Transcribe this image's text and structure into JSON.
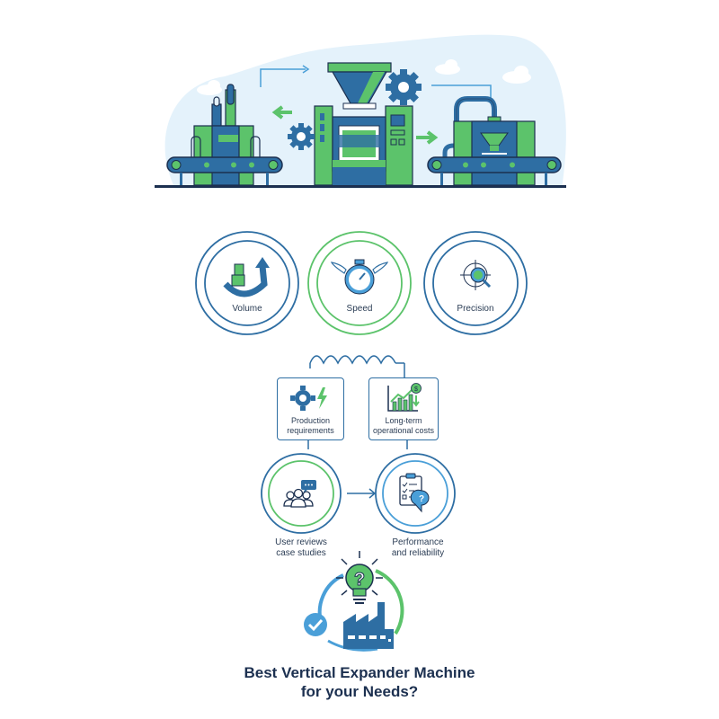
{
  "hero": {
    "name": "production-line-illustration",
    "machines": [
      "feeder-press-machine",
      "vertical-expander-machine",
      "output-press-machine"
    ],
    "icons": [
      "gear-icon",
      "gear-icon",
      "arrow-left-icon",
      "arrow-right-icon",
      "conveyor-belt-icon",
      "cloud-icon"
    ]
  },
  "factors": {
    "items": [
      {
        "label": "Volume",
        "icon": "stacked-boxes-growth-icon",
        "ring_color": "#2e6ea3"
      },
      {
        "label": "Speed",
        "icon": "winged-stopwatch-icon",
        "ring_color": "#5cc36b"
      },
      {
        "label": "Precision",
        "icon": "target-magnifier-icon",
        "ring_color": "#2e6ea3"
      }
    ]
  },
  "considerations": {
    "boxes": [
      {
        "label_line1": "Production",
        "label_line2": "requirements",
        "icon": "gear-lightning-icon"
      },
      {
        "label_line1": "Long-term",
        "label_line2": "operational costs",
        "icon": "cost-chart-icon"
      }
    ],
    "circles": [
      {
        "label_line1": "User reviews",
        "label_line2": "case studies",
        "icon": "user-group-chat-icon"
      },
      {
        "label_line1": "Performance",
        "label_line2": "and reliability",
        "icon": "checklist-question-icon"
      }
    ]
  },
  "decision": {
    "icons": [
      "lightbulb-question-icon",
      "checkmark-badge-icon",
      "factory-icon"
    ]
  },
  "title": {
    "line1": "Best Vertical Expander Machine",
    "line2": "for your Needs?"
  },
  "colors": {
    "navy": "#1c3050",
    "blue": "#2e6ea3",
    "light_blue": "#4a9fd8",
    "green": "#5cc36b",
    "sky": "#e4f2fb"
  }
}
